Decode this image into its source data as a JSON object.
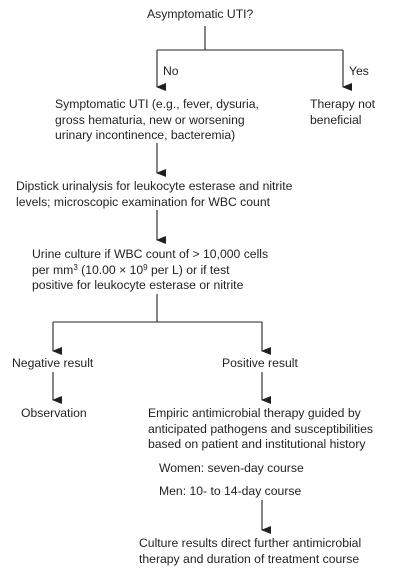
{
  "nodes": {
    "root": "Asymptomatic UTI?",
    "branch_no": "No",
    "branch_yes": "Yes",
    "symptomatic": [
      "Symptomatic UTI (e.g., fever, dysuria,",
      "gross hematuria, new or worsening",
      "urinary incontinence, bacteremia)"
    ],
    "no_therapy": [
      "Therapy not",
      "beneficial"
    ],
    "dipstick": [
      "Dipstick urinalysis for leukocyte esterase and nitrite",
      "levels; microscopic examination for WBC count"
    ],
    "culture": {
      "line1": "Urine culture if WBC count of > 10,000 cells",
      "line2_a": "per mm",
      "line2_sup1": "3",
      "line2_b": " (10.00 × 10",
      "line2_sup2": "9",
      "line2_c": " per L) or if test",
      "line3": "positive for leukocyte esterase or nitrite"
    },
    "negative": "Negative result",
    "positive": "Positive result",
    "observation": "Observation",
    "empiric": [
      "Empiric antimicrobial therapy guided by",
      "anticipated pathogens and susceptibilities",
      "based on patient and institutional history"
    ],
    "women": "Women: seven-day course",
    "men": "Men: 10- to 14-day course",
    "culture_results": [
      "Culture results direct further antimicrobial",
      "therapy and duration of treatment course"
    ]
  }
}
